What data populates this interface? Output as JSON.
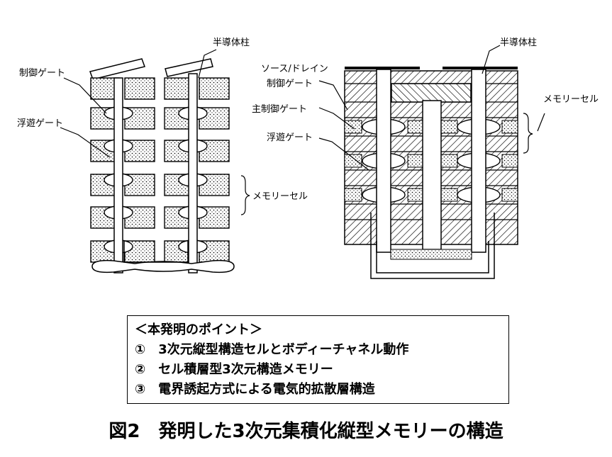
{
  "figure": {
    "left_labels": {
      "pillar": "半導体柱",
      "control_gate": "制御ゲート",
      "floating_gate": "浮遊ゲート",
      "memory_cell": "メモリーセル"
    },
    "right_labels": {
      "pillar": "半導体柱",
      "sd_control_gate_line1": "ソース/ドレイン",
      "sd_control_gate_line2": "制御ゲート",
      "main_control_gate": "主制御ゲート",
      "floating_gate": "浮遊ゲート",
      "memory_cell": "メモリーセル"
    }
  },
  "points": {
    "heading": "＜本発明のポイント＞",
    "items": [
      "①　3次元縦型構造セルとボディーチャネル動作",
      "②　セル積層型3次元構造メモリー",
      "③　電界誘起方式による電気的拡散層構造"
    ]
  },
  "caption": "図2　発明した3次元集積化縦型メモリーの構造"
}
